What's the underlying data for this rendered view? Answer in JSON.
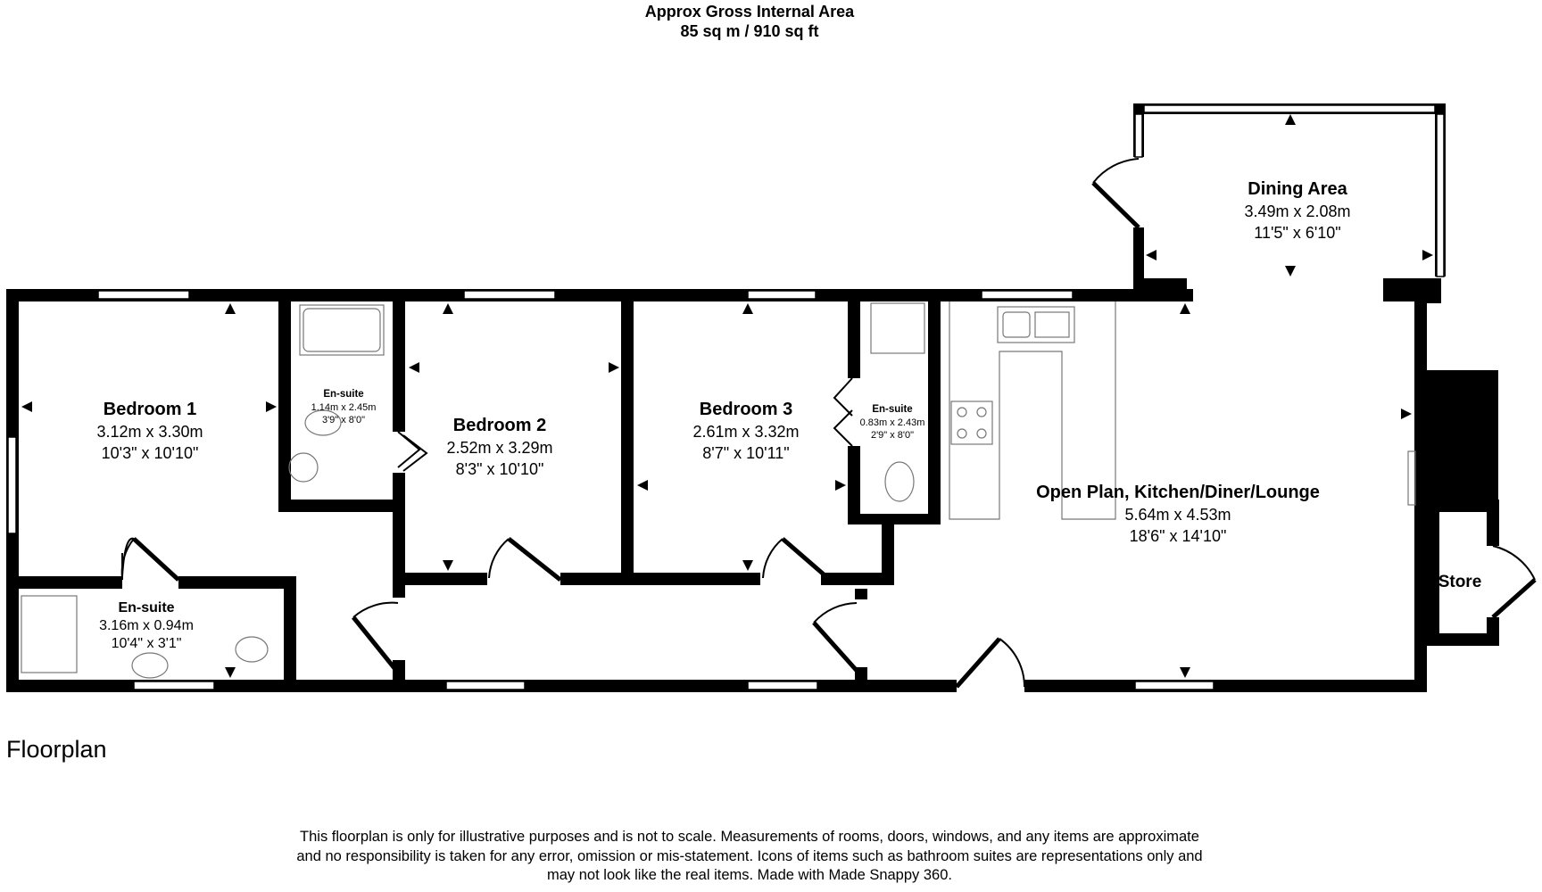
{
  "header": {
    "line1": "Approx Gross Internal Area",
    "line2": "85 sq m / 910 sq ft"
  },
  "rooms": {
    "bedroom1": {
      "name": "Bedroom 1",
      "metric": "3.12m x 3.30m",
      "imperial": "10'3\" x 10'10\""
    },
    "bedroom2": {
      "name": "Bedroom 2",
      "metric": "2.52m x 3.29m",
      "imperial": "8'3\" x 10'10\""
    },
    "bedroom3": {
      "name": "Bedroom 3",
      "metric": "2.61m x 3.32m",
      "imperial": "8'7\" x 10'11\""
    },
    "ensuite1": {
      "name": "En-suite",
      "metric": "1.14m x 2.45m",
      "imperial": "3'9\" x 8'0\""
    },
    "ensuite2": {
      "name": "En-suite",
      "metric": "3.16m x 0.94m",
      "imperial": "10'4\" x 3'1\""
    },
    "ensuite3": {
      "name": "En-suite",
      "metric": "0.83m x 2.43m",
      "imperial": "2'9\" x 8'0\""
    },
    "dining": {
      "name": "Dining Area",
      "metric": "3.49m x 2.08m",
      "imperial": "11'5\" x 6'10\""
    },
    "openplan": {
      "name": "Open Plan, Kitchen/Diner/Lounge",
      "metric": "5.64m x 4.53m",
      "imperial": "18'6\" x 14'10\""
    },
    "store": {
      "name": "Store"
    }
  },
  "floor_label": "Floorplan",
  "disclaimer": {
    "line1": "This floorplan is only for illustrative purposes and is not to scale. Measurements of rooms, doors, windows, and any items are approximate",
    "line2": "and no responsibility is taken for any error, omission or mis-statement. Icons of items such as bathroom suites are representations only and",
    "line3": "may not look like the real items. Made with Made Snappy 360."
  }
}
